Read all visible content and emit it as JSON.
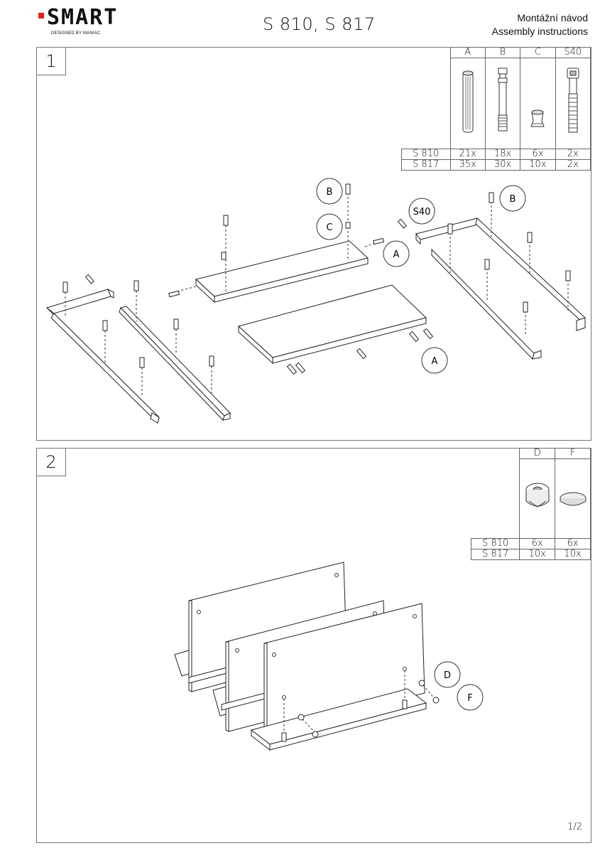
{
  "header": {
    "logo_text": "SMART",
    "logo_sub": "DESIGNED BY MANIAC",
    "model_title": "S 810, S 817",
    "subtitle_line1": "Montážní návod",
    "subtitle_line2": "Assembly instructions",
    "brand_color": "#e2231a"
  },
  "step1": {
    "number": "1",
    "parts_table": {
      "columns": [
        "A",
        "B",
        "C",
        "S40"
      ],
      "rows": [
        {
          "model": "S 810",
          "counts": [
            "21x",
            "18x",
            "6x",
            "2x"
          ]
        },
        {
          "model": "S 817",
          "counts": [
            "35x",
            "30x",
            "10x",
            "2x"
          ]
        }
      ]
    },
    "callouts": [
      "B",
      "C",
      "A",
      "S40",
      "B",
      "A"
    ]
  },
  "step2": {
    "number": "2",
    "parts_table": {
      "columns": [
        "D",
        "F"
      ],
      "rows": [
        {
          "model": "S 810",
          "counts": [
            "6x",
            "6x"
          ]
        },
        {
          "model": "S 817",
          "counts": [
            "10x",
            "10x"
          ]
        }
      ]
    },
    "callouts": [
      "D",
      "F"
    ]
  },
  "footer": {
    "page_number": "1/2"
  }
}
